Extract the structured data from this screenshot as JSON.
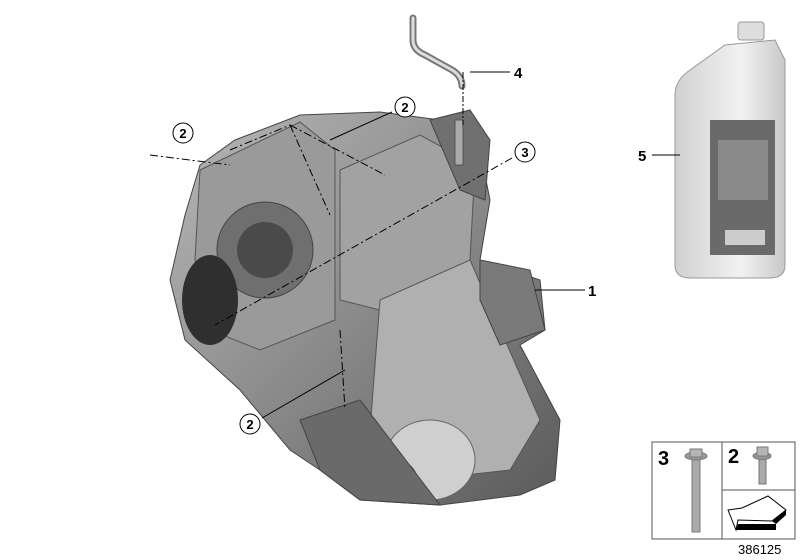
{
  "diagram": {
    "id_label": "386125",
    "callouts": [
      {
        "label": "1",
        "style": "plain",
        "part": "transfer-case"
      },
      {
        "label": "2",
        "style": "circled",
        "part": "bolt"
      },
      {
        "label": "2",
        "style": "circled",
        "part": "bolt"
      },
      {
        "label": "2",
        "style": "circled",
        "part": "bolt"
      },
      {
        "label": "3",
        "style": "circled",
        "part": "bolt"
      },
      {
        "label": "4",
        "style": "plain",
        "part": "vent-tube"
      },
      {
        "label": "5",
        "style": "plain",
        "part": "oil-bottle"
      }
    ],
    "legend": {
      "items": [
        {
          "label": "3",
          "part": "long-bolt"
        },
        {
          "label": "2",
          "part": "short-bolt"
        }
      ],
      "arrow_icon": "direction-arrow-icon"
    },
    "colors": {
      "part_gray": "#8c8c8c",
      "line": "#000000",
      "bottle": "#e6e6e6"
    }
  }
}
